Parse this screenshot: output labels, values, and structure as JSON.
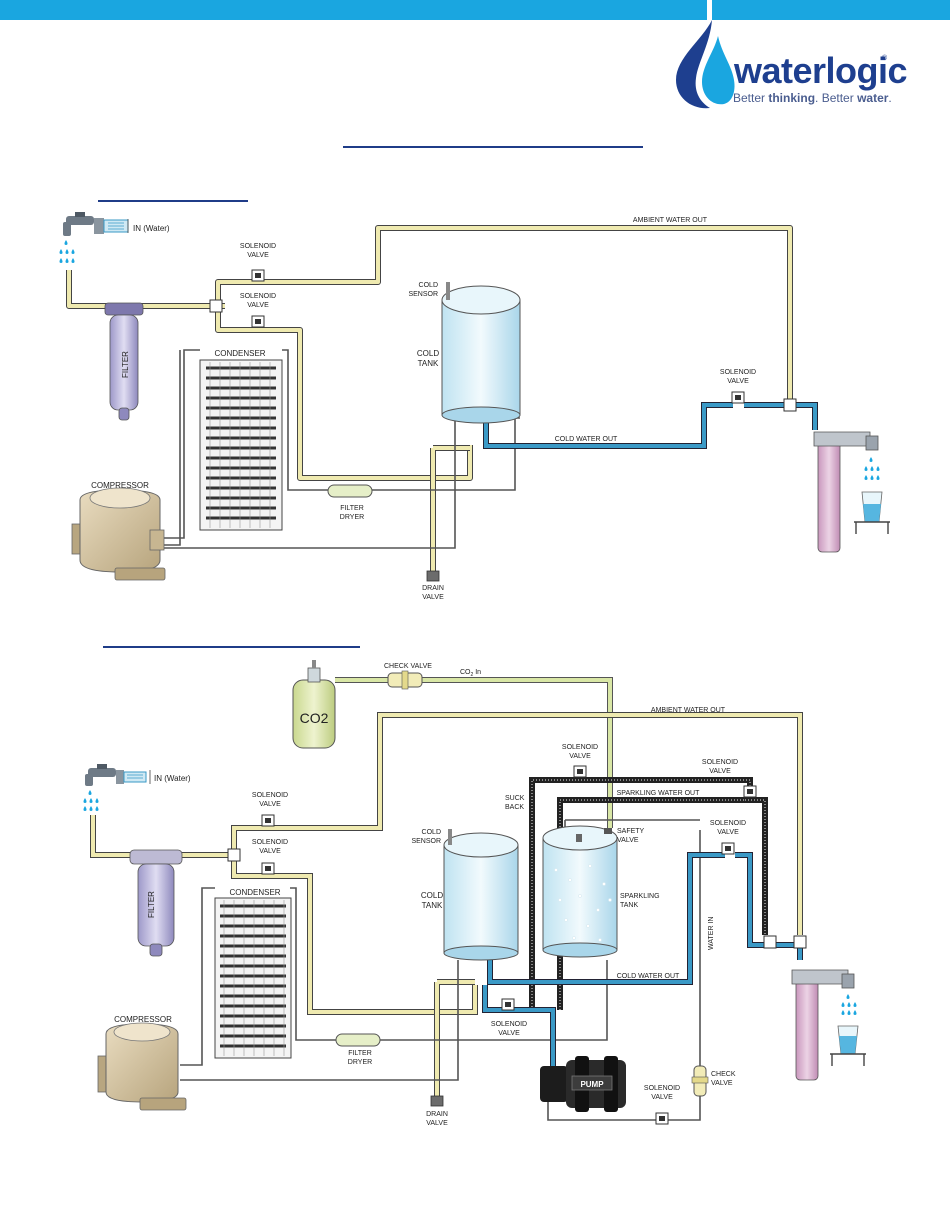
{
  "brand": {
    "name": "waterlogic",
    "tagline_parts": [
      "Better ",
      "thinking",
      ". Better ",
      "water",
      "."
    ],
    "registered_mark": "®"
  },
  "colors": {
    "topbar": "#1aa6e0",
    "rule": "#1f3c88",
    "ambient_pipe": "#efeab0",
    "cold_pipe": "#3a99c6",
    "co2_pipe": "#d9e7a6",
    "sparkling_pipe": "#2a2a2a"
  },
  "diagram1": {
    "in_water": "IN (Water)",
    "filter": "FILTER",
    "solenoid_valve_1": [
      "SOLENOID",
      "VALVE"
    ],
    "solenoid_valve_2": [
      "SOLENOID",
      "VALVE"
    ],
    "condenser": "CONDENSER",
    "compressor": "COMPRESSOR",
    "filter_dryer": [
      "FILTER",
      "DRYER"
    ],
    "drain_valve": [
      "DRAIN",
      "VALVE"
    ],
    "cold_sensor": [
      "COLD",
      "SENSOR"
    ],
    "cold_tank": [
      "COLD",
      "TANK"
    ],
    "ambient_water_out": "AMBIENT WATER OUT",
    "cold_water_out": "COLD WATER OUT",
    "solenoid_valve_3": [
      "SOLENOID",
      "VALVE"
    ]
  },
  "diagram2": {
    "co2_tank": "CO2",
    "check_valve_top": "CHECK VALVE",
    "co2_in": "CO",
    "co2_in_sub": "2",
    "co2_in_suffix": " In",
    "ambient_water_out": "AMBIENT WATER OUT",
    "in_water": "IN (Water)",
    "filter": "FILTER",
    "solenoid_valve_a": [
      "SOLENOID",
      "VALVE"
    ],
    "solenoid_valve_b": [
      "SOLENOID",
      "VALVE"
    ],
    "condenser": "CONDENSER",
    "compressor": "COMPRESSOR",
    "filter_dryer": [
      "FILTER",
      "DRYER"
    ],
    "drain_valve": [
      "DRAIN",
      "VALVE"
    ],
    "cold_sensor": [
      "COLD",
      "SENSOR"
    ],
    "cold_tank": [
      "COLD",
      "TANK"
    ],
    "suck_back": [
      "SUCK",
      "BACK"
    ],
    "solenoid_valve_top": [
      "SOLENOID",
      "VALVE"
    ],
    "solenoid_valve_right": [
      "SOLENOID",
      "VALVE"
    ],
    "sparkling_water_out": "SPARKLING WATER OUT",
    "safety_valve": [
      "SAFETY",
      "VALVE"
    ],
    "sparkling_tank": [
      "SPARKLING",
      "TANK"
    ],
    "solenoid_valve_mid": [
      "SOLENOID",
      "VALVE"
    ],
    "water_in": "WATER IN",
    "cold_water_out": "COLD WATER OUT",
    "solenoid_valve_pump": [
      "SOLENOID",
      "VALVE"
    ],
    "pump": "PUMP",
    "solenoid_valve_bottom": [
      "SOLENOID",
      "VALVE"
    ],
    "check_valve_bottom": [
      "CHECK",
      "VALVE"
    ]
  }
}
